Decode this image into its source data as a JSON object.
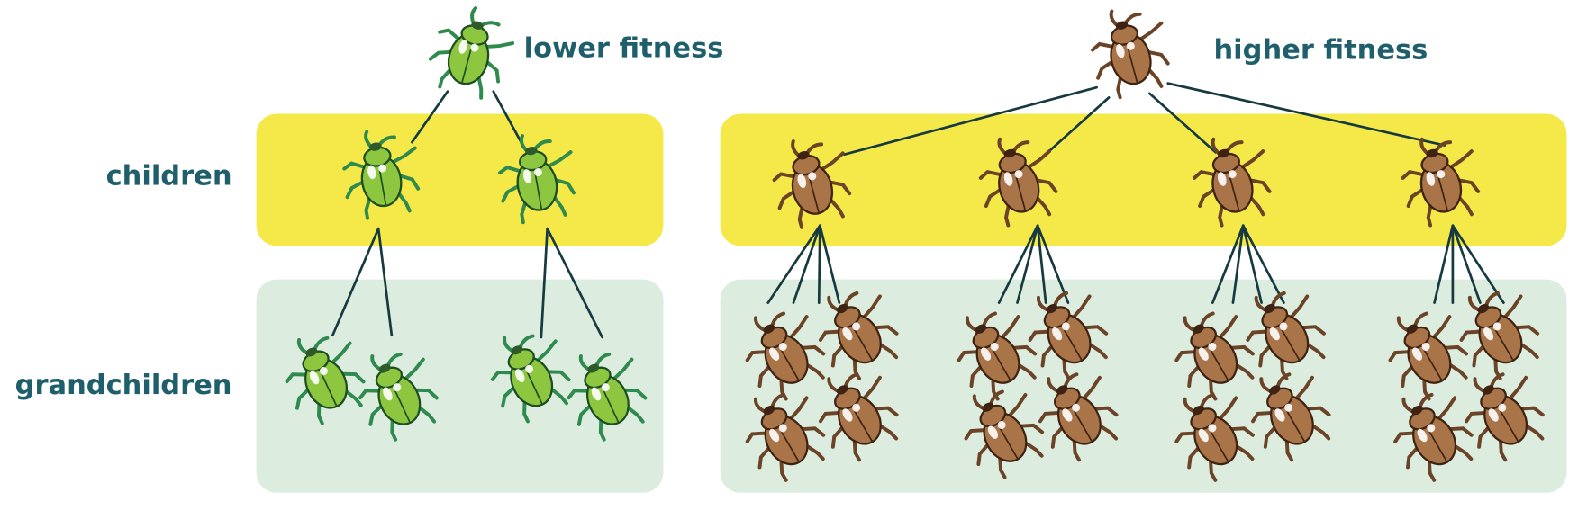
{
  "labels": {
    "lower_fitness": "lower fitness",
    "higher_fitness": "higher fitness",
    "children": "children",
    "grandchildren": "grandchildren"
  },
  "colors": {
    "text": "#1f5f6b",
    "children_band": "#f5e94a",
    "grandchildren_band": "#dcede0",
    "green_beetle": "#8dc63f",
    "brown_beetle": "#a97548"
  },
  "lineages": [
    {
      "fitness": "lower",
      "children": 2,
      "grandchildren_per_child": 2
    },
    {
      "fitness": "higher",
      "children": 4,
      "grandchildren_per_child": 4
    }
  ]
}
